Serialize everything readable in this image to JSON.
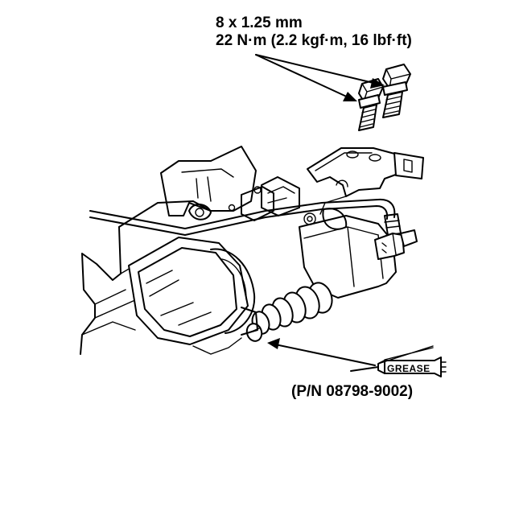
{
  "callouts": {
    "bolt_size": "8 x 1.25 mm",
    "bolt_torque": "22 N·m (2.2 kgf·m, 16 lbf·ft)",
    "part_number": "(P/N 08798-9002)",
    "grease_label": "GREASE"
  },
  "icons": {
    "bolts": "bolt-icon",
    "grease_tube": "grease-tube-icon"
  }
}
